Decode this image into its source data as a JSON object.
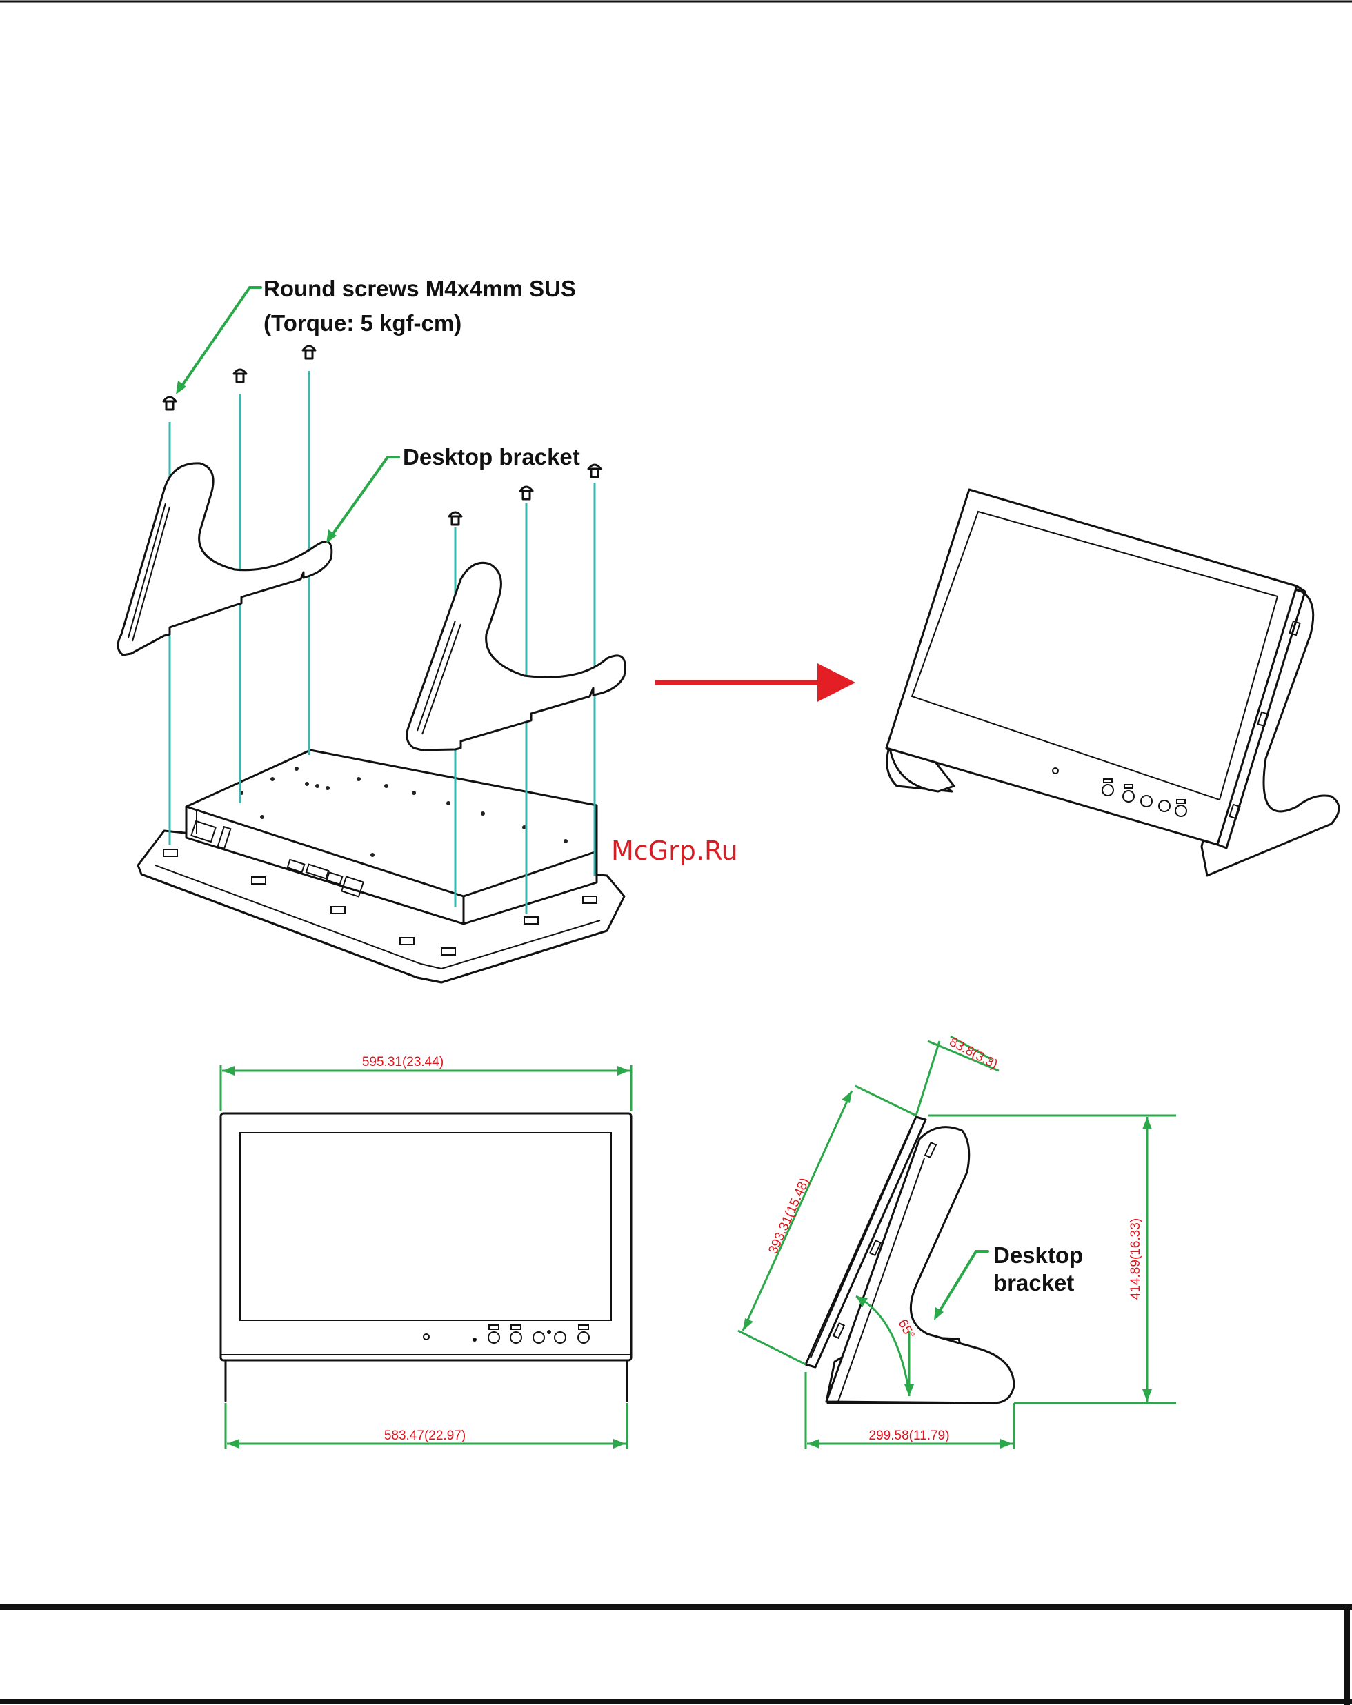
{
  "labels": {
    "screws_line1": "Round screws M4x4mm SUS",
    "screws_line2": "(Torque: 5 kgf-cm)",
    "desktop_bracket_top": "Desktop bracket",
    "desktop_bracket_side_line1": "Desktop",
    "desktop_bracket_side_line2": "bracket"
  },
  "dimensions": {
    "front_width_top": "595.31(23.44)",
    "front_width_bottom": "583.47(22.97)",
    "side_depth_top": "83.8(3.3)",
    "side_diagonal": "393.31(15.48)",
    "side_height": "414.89(16.33)",
    "side_base": "299.58(11.79)",
    "side_angle": "65°"
  },
  "watermark": "McGrp.Ru",
  "colors": {
    "leader_green": "#2aa84a",
    "screw_line_cyan": "#3ab8b0",
    "dimension_red": "#e0141c",
    "arrow_red": "#e31e24",
    "outline": "#111111"
  },
  "icons": [
    "screw-icon",
    "desktop-bracket",
    "panel-computer",
    "red-arrow-icon"
  ]
}
